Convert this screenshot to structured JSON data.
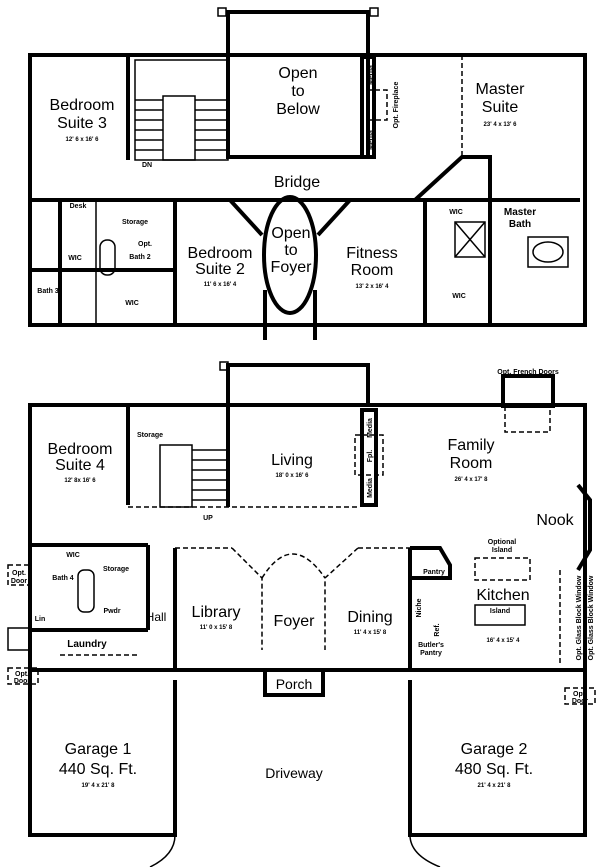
{
  "upper_floor": {
    "bedroom_suite_3": {
      "line1": "Bedroom",
      "line2": "Suite 3",
      "dims": "12' 6 x 16' 6"
    },
    "open_to_below": {
      "line1": "Open",
      "line2": "to",
      "line3": "Below"
    },
    "master_suite": {
      "line1": "Master",
      "line2": "Suite",
      "dims": "23' 4 x 13' 6"
    },
    "bridge": "Bridge",
    "dn": "DN",
    "desk": "Desk",
    "storage": "Storage",
    "opt": "Opt.",
    "bath_2": "Bath 2",
    "wic_1": "WIC",
    "bath_3": "Bath 3",
    "wic_2": "WIC",
    "bedroom_suite_2": {
      "line1": "Bedroom",
      "line2": "Suite 2",
      "dims": "11' 6 x 16' 4"
    },
    "open_to_foyer": {
      "line1": "Open",
      "line2": "to",
      "line3": "Foyer"
    },
    "fitness_room": {
      "line1": "Fitness",
      "line2": "Room",
      "dims": "13' 2 x 16' 4"
    },
    "media_1": "Media",
    "media_2": "Media",
    "opt_fireplace": "Opt. Fireplace",
    "master_bath": {
      "line1": "Master",
      "line2": "Bath"
    },
    "wic_3": "WIC",
    "wic_4": "WIC"
  },
  "lower_floor": {
    "bedroom_suite_4": {
      "line1": "Bedroom",
      "line2": "Suite 4",
      "dims": "12' 8x 16' 6"
    },
    "storage_1": "Storage",
    "up": "UP",
    "living": {
      "label": "Living",
      "dims": "18' 0 x 16' 6"
    },
    "media_1": "Media",
    "fpl": "Fpl.",
    "media_2": "Media",
    "opt_french_doors": "Opt. French Doors",
    "family_room": {
      "line1": "Family",
      "line2": "Room",
      "dims": "26' 4 x 17' 8"
    },
    "nook": "Nook",
    "optional_island": {
      "line1": "Optional",
      "line2": "Island"
    },
    "kitchen": {
      "label": "Kitchen",
      "dims": "16' 4 x 15' 4",
      "island": "Island"
    },
    "pantry": "Pantry",
    "niche": "Niche",
    "ref": "Ref.",
    "butlers_pantry": {
      "line1": "Butler's",
      "line2": "Pantry"
    },
    "opt_glass_block_1": "Opt. Glass Block Window",
    "opt_glass_block_2": "Opt. Glass Block Window",
    "wic": "WIC",
    "storage_2": "Storage",
    "bath_4": "Bath 4",
    "opt_door_1": {
      "line1": "Opt.",
      "line2": "Door"
    },
    "opt_door_2": {
      "line1": "Opt.",
      "line2": "Door"
    },
    "opt_door_3": {
      "line1": "Opt.",
      "line2": "Door"
    },
    "lin": "Lin",
    "pwdr": "Pwdr",
    "hall": "Hall",
    "laundry": "Laundry",
    "library": {
      "label": "Library",
      "dims": "11' 0 x 15' 8"
    },
    "foyer": "Foyer",
    "dining": {
      "label": "Dining",
      "dims": "11' 4 x 15' 8"
    },
    "porch": "Porch",
    "garage_1": {
      "line1": "Garage 1",
      "line2": "440 Sq. Ft.",
      "dims": "19' 4 x 21' 8"
    },
    "driveway": "Driveway",
    "garage_2": {
      "line1": "Garage 2",
      "line2": "480 Sq. Ft.",
      "dims": "21' 4 x 21' 8"
    }
  }
}
